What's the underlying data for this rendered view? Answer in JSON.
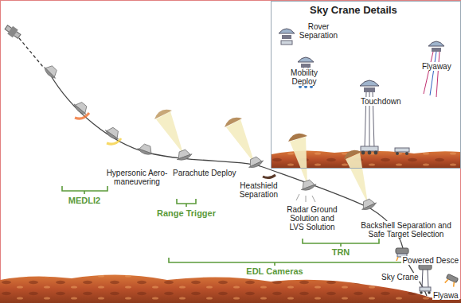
{
  "diagram": {
    "nodes": [
      {
        "text": [
          "Sky Crane Details"
        ]
      }
    ],
    "labels": [
      "Rover Separation",
      "Mobility Deploy",
      "Touchdown",
      "Flyaway",
      "Hypersonic Aero-maneuvering",
      "Parachute Deploy",
      "Heatshield Separation",
      "Radar Ground Solution and LVS Solution",
      "Backshell Separation and Safe Target Selection",
      "Powered Desce",
      "Sky Crane",
      "Flyawa",
      "MEDLI2",
      "Range Trigger",
      "TRN",
      "EDL Cameras"
    ]
  }
}
